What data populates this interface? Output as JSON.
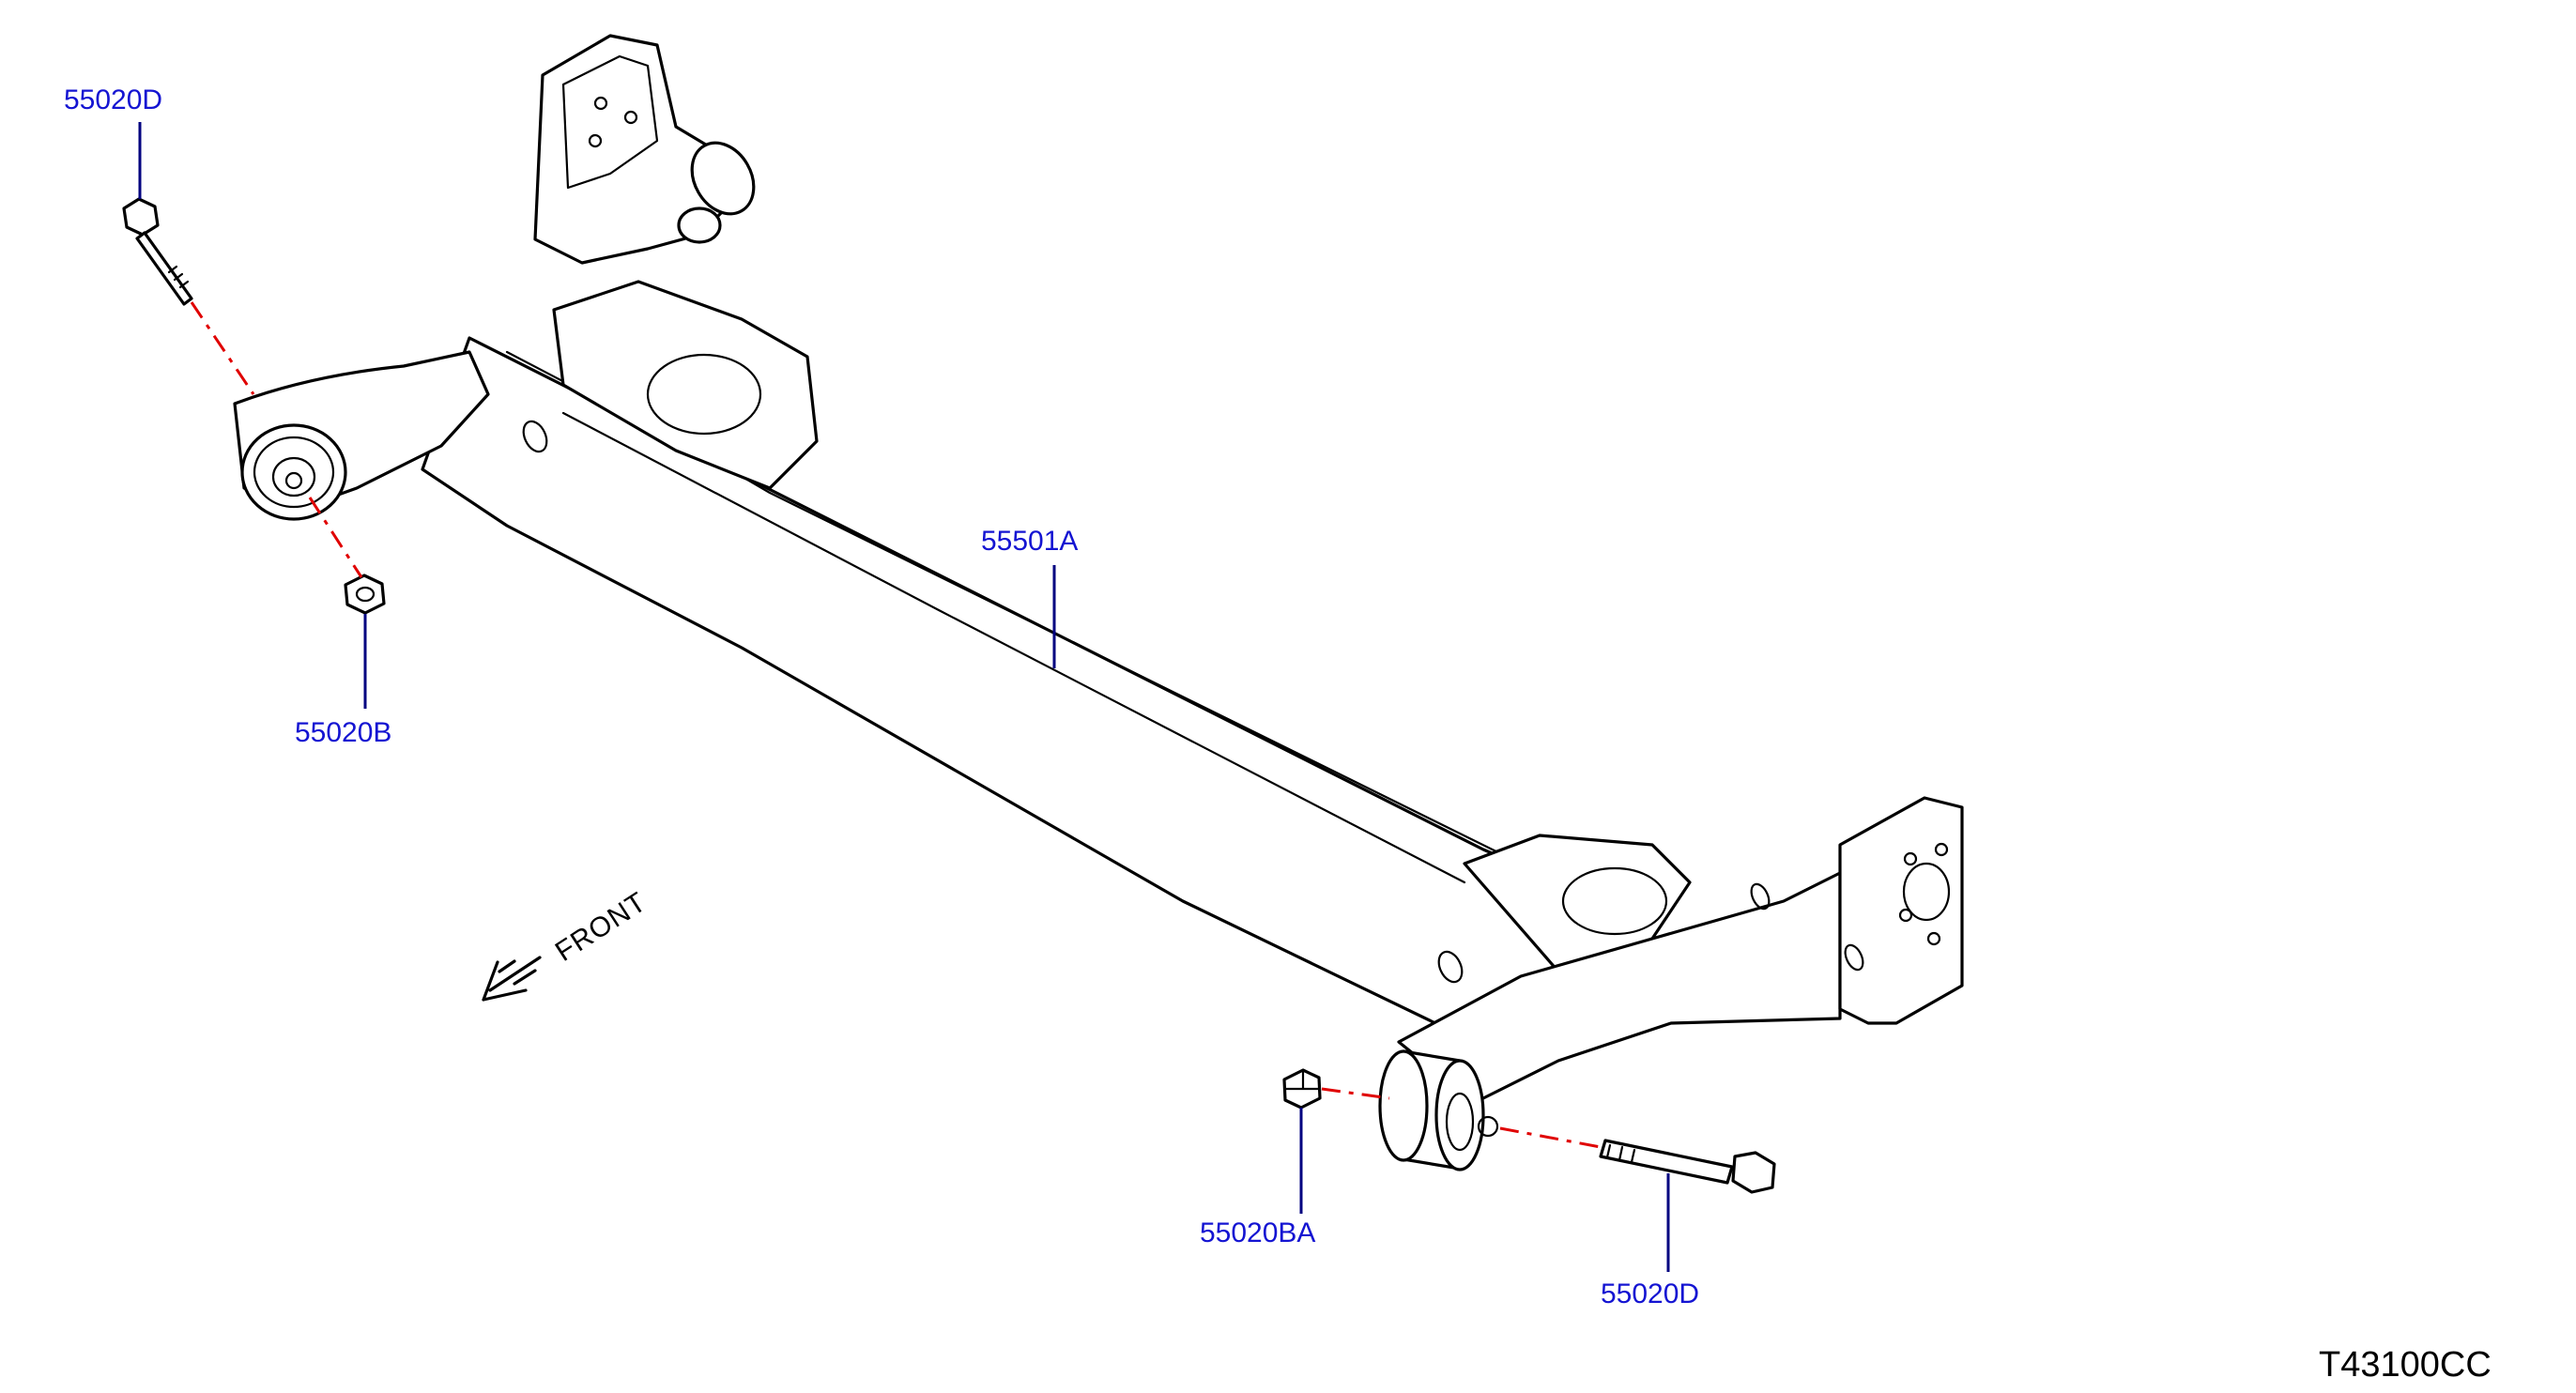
{
  "diagram": {
    "callouts": {
      "bolt_top_left": "55020D",
      "nut_left": "55020B",
      "axle_beam": "55501A",
      "nut_right": "55020BA",
      "bolt_right": "55020D"
    },
    "direction_label": "FRONT",
    "drawing_code": "T43100CC"
  },
  "colors": {
    "callout_text": "#1414d2",
    "leader_line": "#000080",
    "center_line": "#e00000",
    "outline": "#000000"
  }
}
